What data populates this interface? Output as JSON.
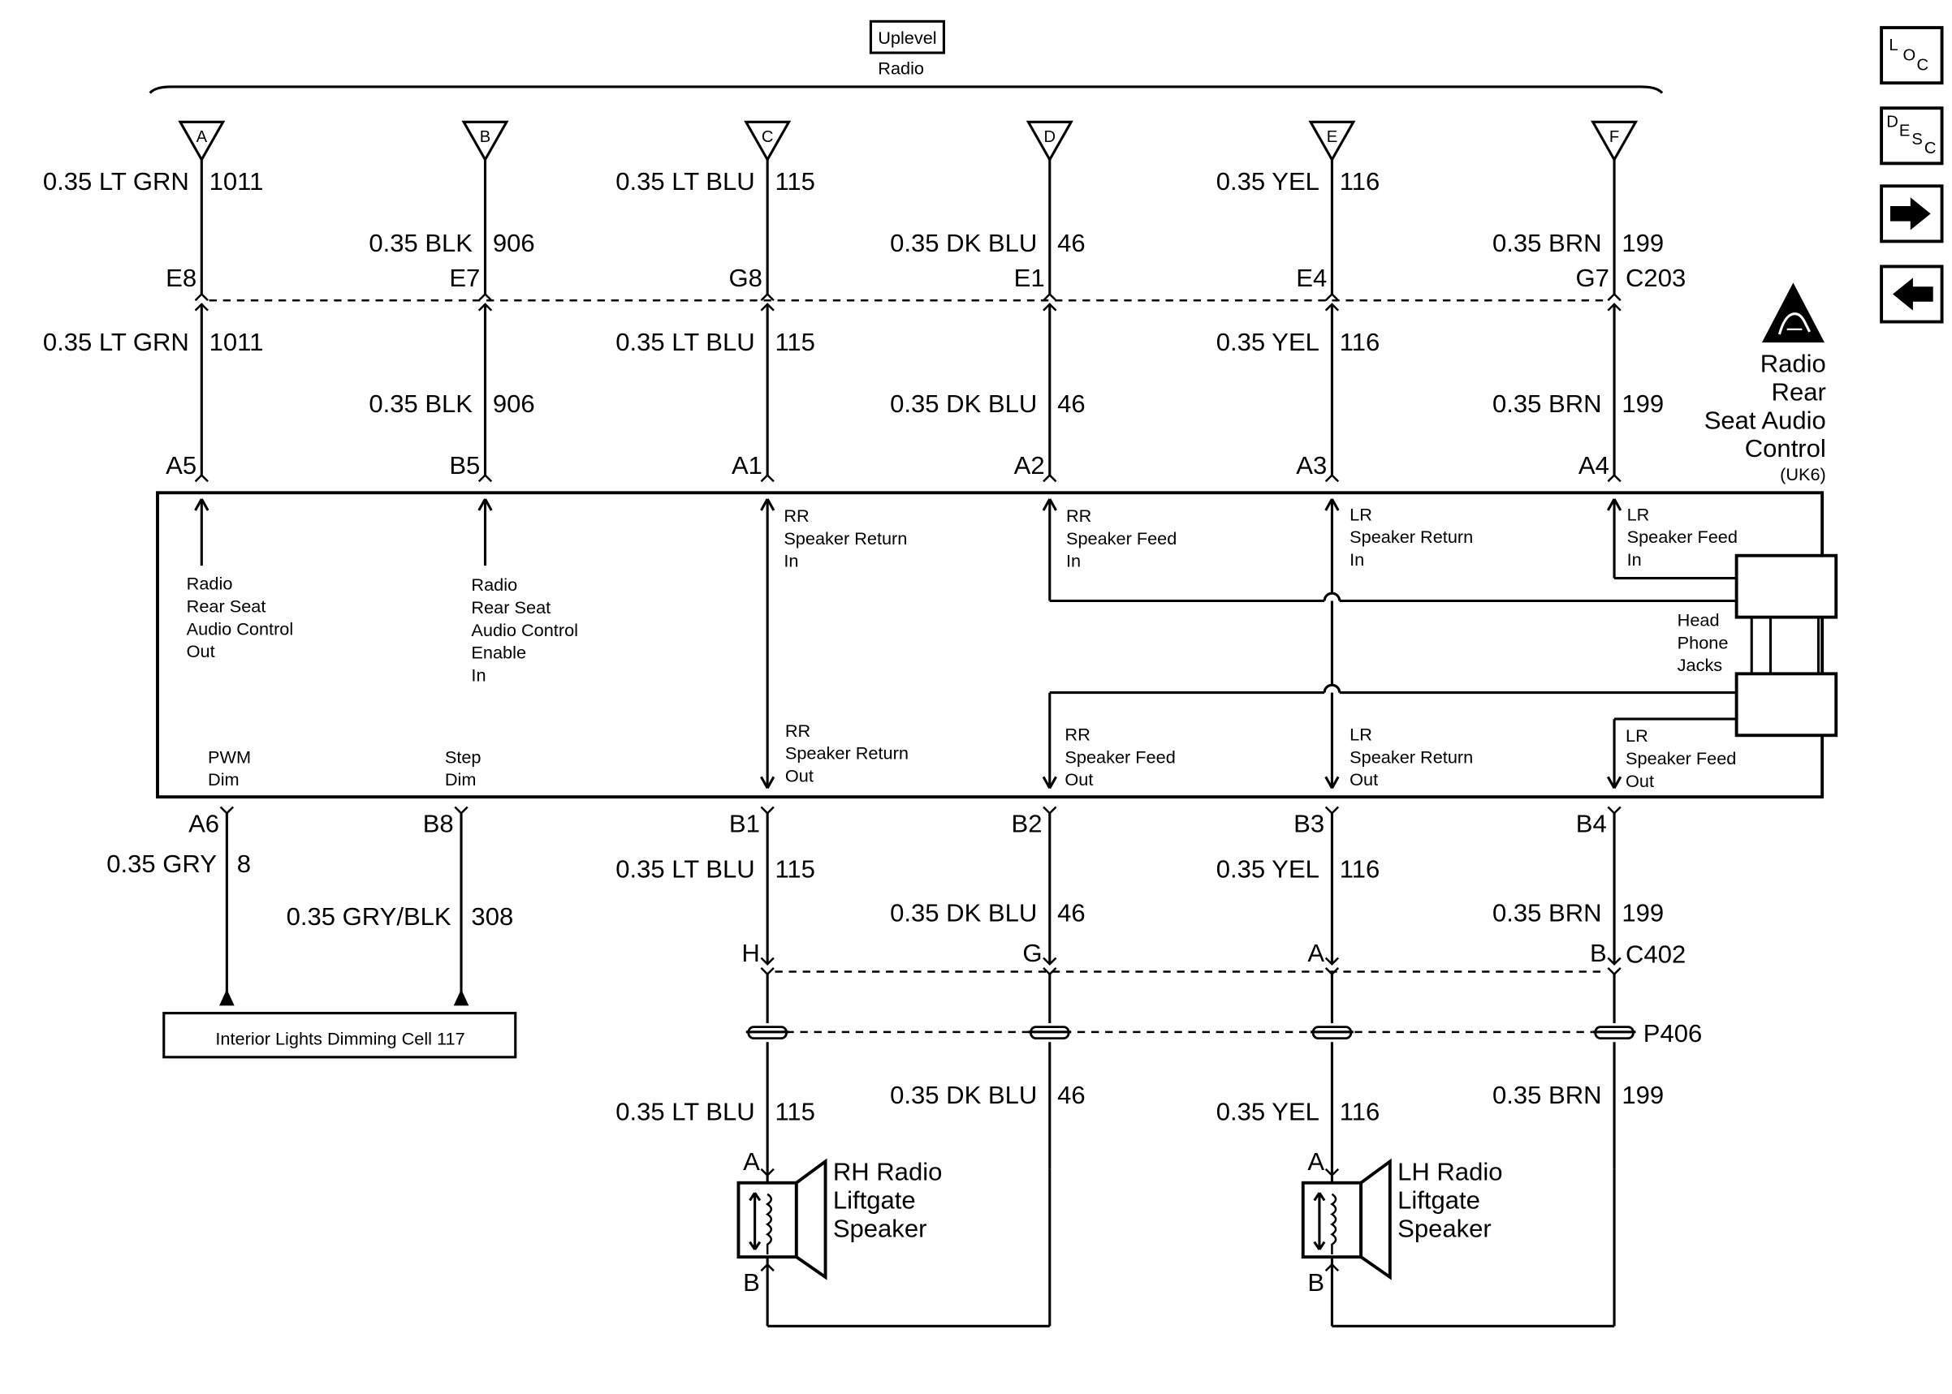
{
  "header": {
    "component_label": "Uplevel",
    "component_name": "Radio"
  },
  "nav_buttons": [
    {
      "name": "loc-button",
      "icon": "loc-icon",
      "letters": [
        "L",
        "O",
        "C"
      ]
    },
    {
      "name": "desc-button",
      "icon": "desc-icon",
      "letters": [
        "D",
        "E",
        "S",
        "C"
      ]
    },
    {
      "name": "next-button",
      "icon": "arrow-right-icon"
    },
    {
      "name": "prev-button",
      "icon": "arrow-left-icon"
    }
  ],
  "esd_icon": "esd-sensitive-icon",
  "module": {
    "title_lines": [
      "Radio",
      "Rear",
      "Seat Audio",
      "Control"
    ],
    "code": "(UK6)"
  },
  "connectors": {
    "upper": "C203",
    "lower": "C402",
    "pass": "P406"
  },
  "circuits": [
    {
      "radio_pin": "A",
      "c203_pin": "E8",
      "module_pin": "A5",
      "wire": "0.35 LT GRN",
      "circuit": "1011",
      "label_lines": [
        "Radio",
        "Rear Seat",
        "Audio Control",
        "Out"
      ]
    },
    {
      "radio_pin": "B",
      "c203_pin": "E7",
      "module_pin": "B5",
      "wire": "0.35 BLK",
      "circuit": "906",
      "label_lines": [
        "Radio",
        "Rear Seat",
        "Audio Control",
        "Enable",
        "In"
      ]
    },
    {
      "radio_pin": "C",
      "c203_pin": "G8",
      "module_pin": "A1",
      "wire": "0.35 LT BLU",
      "circuit": "115",
      "label_lines": [
        "RR",
        "Speaker Return",
        "In"
      ]
    },
    {
      "radio_pin": "D",
      "c203_pin": "E1",
      "module_pin": "A2",
      "wire": "0.35 DK BLU",
      "circuit": "46",
      "label_lines": [
        "RR",
        "Speaker Feed",
        "In"
      ]
    },
    {
      "radio_pin": "E",
      "c203_pin": "E4",
      "module_pin": "A3",
      "wire": "0.35 YEL",
      "circuit": "116",
      "label_lines": [
        "LR",
        "Speaker Return",
        "In"
      ]
    },
    {
      "radio_pin": "F",
      "c203_pin": "G7",
      "module_pin": "A4",
      "wire": "0.35 BRN",
      "circuit": "199",
      "label_lines": [
        "LR",
        "Speaker Feed",
        "In"
      ]
    }
  ],
  "head_phone_label": [
    "Head",
    "Phone",
    "Jacks"
  ],
  "outputs": [
    {
      "module_pin": "A6",
      "label_lines": [
        "PWM",
        "Dim"
      ],
      "wire": "0.35 GRY",
      "circuit": "8"
    },
    {
      "module_pin": "B8",
      "label_lines": [
        "Step",
        "Dim"
      ],
      "wire": "0.35 GRY/BLK",
      "circuit": "308"
    },
    {
      "module_pin": "B1",
      "c402_pin": "H",
      "label_lines": [
        "RR",
        "Speaker Return",
        "Out"
      ],
      "wire": "0.35 LT BLU",
      "circuit": "115"
    },
    {
      "module_pin": "B2",
      "c402_pin": "G",
      "label_lines": [
        "RR",
        "Speaker Feed",
        "Out"
      ],
      "wire": "0.35 DK BLU",
      "circuit": "46"
    },
    {
      "module_pin": "B3",
      "c402_pin": "A",
      "label_lines": [
        "LR",
        "Speaker Return",
        "Out"
      ],
      "wire": "0.35 YEL",
      "circuit": "116"
    },
    {
      "module_pin": "B4",
      "c402_pin": "B",
      "label_lines": [
        "LR",
        "Speaker Feed",
        "Out"
      ],
      "wire": "0.35 BRN",
      "circuit": "199"
    }
  ],
  "dimming_cell": "Interior Lights Dimming Cell 117",
  "speakers": [
    {
      "name_lines": [
        "RH Radio",
        "Liftgate",
        "Speaker"
      ],
      "pin_a": "A",
      "pin_b": "B"
    },
    {
      "name_lines": [
        "LH Radio",
        "Liftgate",
        "Speaker"
      ],
      "pin_a": "A",
      "pin_b": "B"
    }
  ]
}
